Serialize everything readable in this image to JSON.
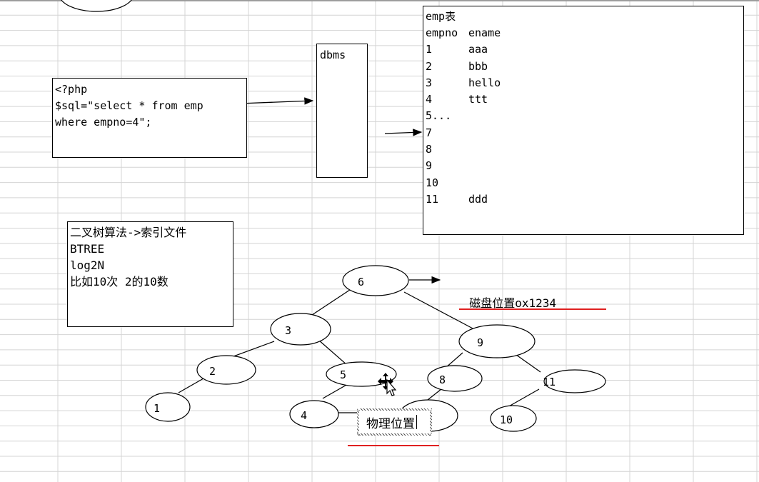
{
  "php_box": {
    "lines": [
      "<?php",
      "$sql=\"select * from emp",
      "where empno=4\";"
    ]
  },
  "dbms_box": {
    "label": "dbms"
  },
  "emp_table": {
    "title": "emp表",
    "headers": [
      "empno",
      "ename"
    ],
    "rows": [
      [
        "1",
        "aaa"
      ],
      [
        "2",
        "bbb"
      ],
      [
        "3",
        "hello"
      ],
      [
        "4",
        "ttt"
      ],
      [
        "5...",
        ""
      ],
      [
        "7",
        ""
      ],
      [
        "8",
        ""
      ],
      [
        "9",
        ""
      ],
      [
        "10",
        ""
      ],
      [
        "11",
        "ddd"
      ]
    ]
  },
  "note_box": {
    "lines": [
      "二叉树算法->索引文件",
      "BTREE",
      "log2N",
      "比如10次 2的10数"
    ]
  },
  "tree": {
    "nodes": [
      "6",
      "3",
      "9",
      "2",
      "5",
      "8",
      "11",
      "1",
      "4",
      "10",
      ""
    ]
  },
  "disk_label": "磁盘位置ox1234",
  "physical_label": "物理位置",
  "colors": {
    "underline": "#e02020",
    "grid": "#d4d4d4",
    "stroke": "#000000"
  }
}
